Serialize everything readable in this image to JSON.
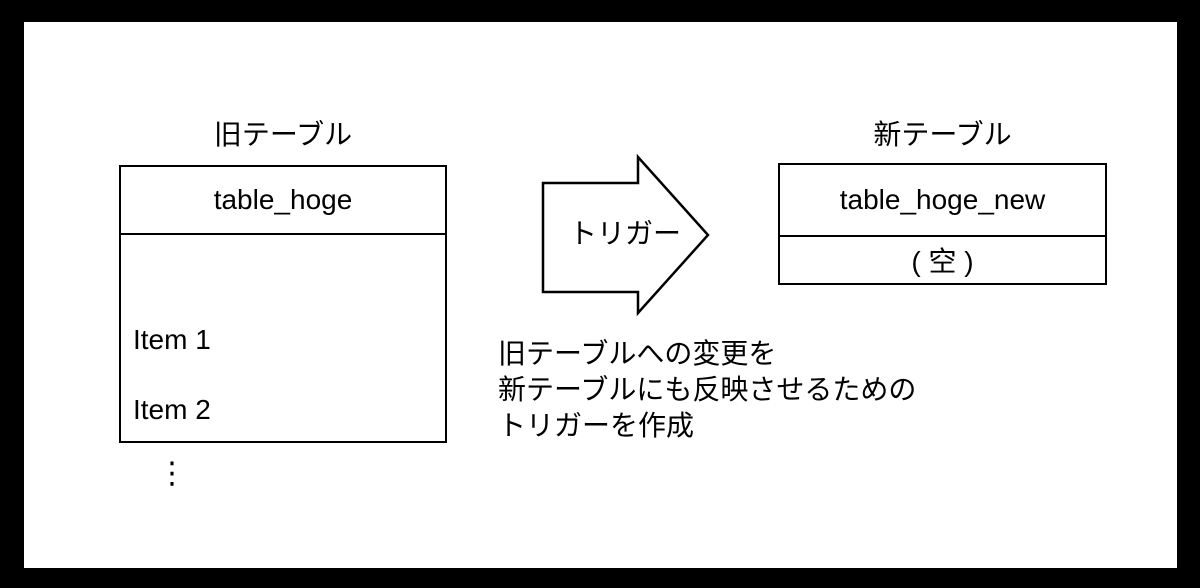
{
  "page": {
    "background_color": "#ffffff",
    "frame_color": "#000000",
    "line_color": "#000000",
    "text_color": "#000000"
  },
  "old_table": {
    "title": "旧テーブル",
    "header": "table_hoge",
    "rows": [
      "Item 1",
      "Item 2",
      "⋮"
    ]
  },
  "arrow": {
    "label": "トリガー"
  },
  "new_table": {
    "title": "新テーブル",
    "header": "table_hoge_new",
    "rows": [
      "( 空 )"
    ]
  },
  "caption": {
    "lines": [
      "旧テーブルへの変更を",
      "新テーブルにも反映させるための",
      "トリガーを作成"
    ]
  }
}
